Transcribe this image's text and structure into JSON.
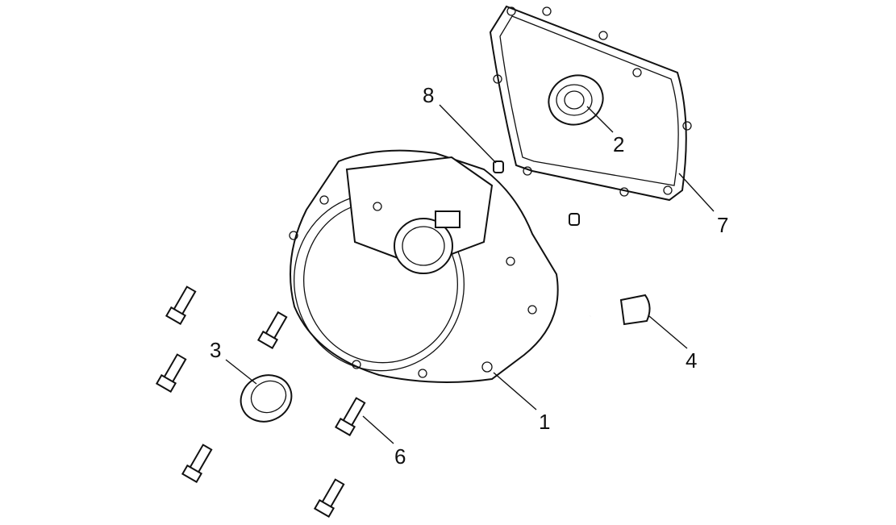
{
  "diagram": {
    "type": "exploded-parts-view",
    "callouts": [
      {
        "id": "1",
        "label": "1",
        "part": "crankcase-cover"
      },
      {
        "id": "2",
        "label": "2",
        "part": "oil-seal"
      },
      {
        "id": "3",
        "label": "3",
        "part": "oil-seal"
      },
      {
        "id": "4",
        "label": "4",
        "part": "oil-dipstick"
      },
      {
        "id": "6",
        "label": "6",
        "part": "bolt"
      },
      {
        "id": "7",
        "label": "7",
        "part": "gasket"
      },
      {
        "id": "8",
        "label": "8",
        "part": "dowel-pin"
      }
    ]
  }
}
